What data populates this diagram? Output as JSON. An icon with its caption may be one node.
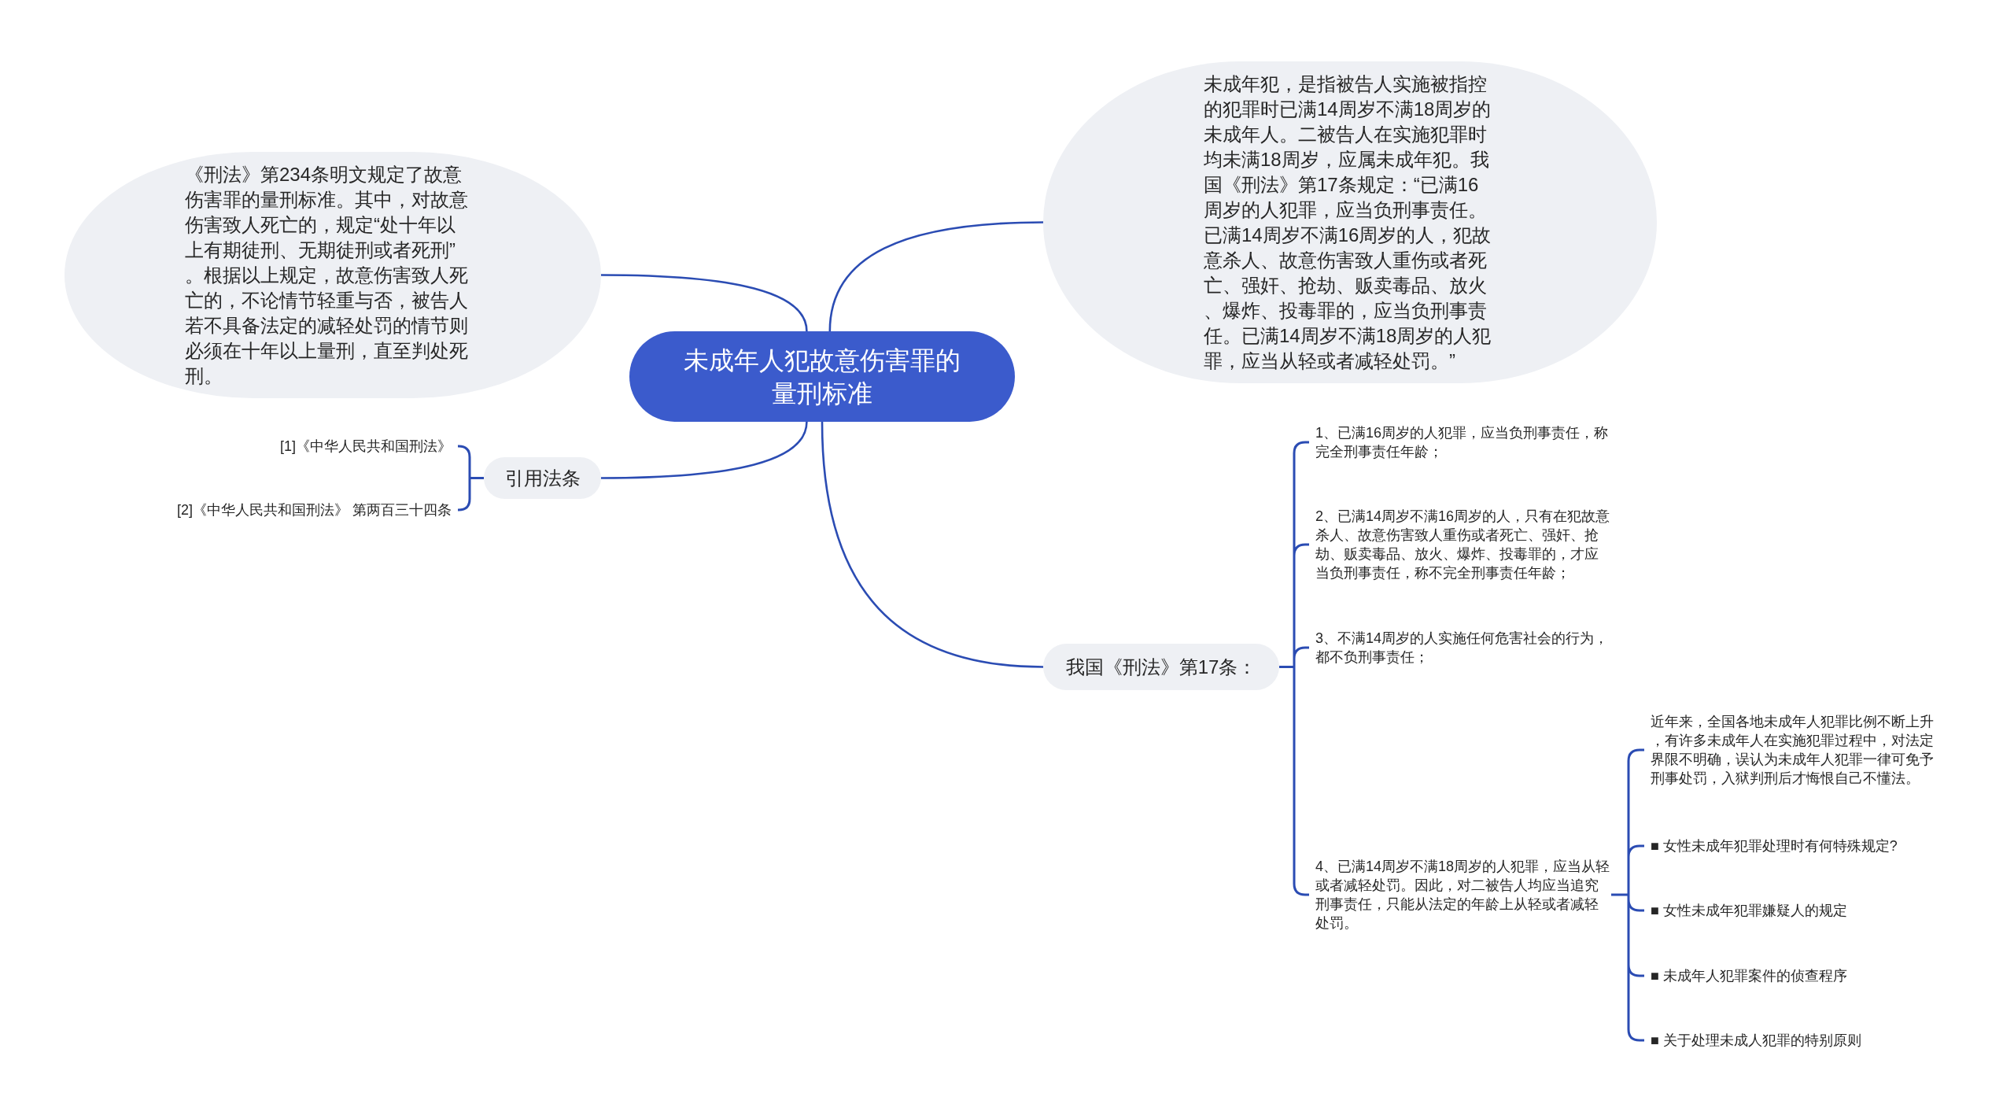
{
  "diagram": {
    "nodes": [
      {
        "text": [
          "未成年人犯故意伤害罪的量刑标准"
        ]
      },
      {
        "text": [
          "《刑法》第234条明文规定了故意伤害罪的量刑标准。其中，对故意伤害致人死亡的，规定“处十年以上有期徒刑、无期徒刑或者死刑”。根据以上规定，故意伤害致人死亡的，不论情节轻重与否，被告人若不具备法定的减轻处罚的情节则必须在十年以上量刑，直至判处死刑。"
        ]
      },
      {
        "text": [
          "未成年犯，是指被告人实施被指控的犯罪时已满14周岁不满18周岁的未成年人。二被告人在实施犯罪时均未满18周岁，应属未成年犯。我国《刑法》第17条规定：“已满16周岁的人犯罪，应当负刑事责任。已满14周岁不满16周岁的人，犯故意杀人、故意伤害致人重伤或者死亡、强奸、抢劫、贩卖毒品、放火、爆炸、投毒罪的，应当负刑事责任。已满14周岁不满18周岁的人犯罪，应当从轻或者减轻处罚。”"
        ]
      },
      {
        "text": [
          "引用法条"
        ]
      },
      {
        "text": [
          "[1]《中华人民共和国刑法》"
        ]
      },
      {
        "text": [
          "[2]《中华人民共和国刑法》 第两百三十四条"
        ]
      },
      {
        "text": [
          "我国《刑法》第17条："
        ]
      },
      {
        "text": [
          "1、已满16周岁的人犯罪，应当负刑事责任，称完全刑事责任年龄；"
        ]
      },
      {
        "text": [
          "2、已满14周岁不满16周岁的人，只有在犯故意杀人、故意伤害致人重伤或者死亡、强奸、抢劫、贩卖毒品、放火、爆炸、投毒罪的，才应当负刑事责任，称不完全刑事责任年龄；"
        ]
      },
      {
        "text": [
          "3、不满14周岁的人实施任何危害社会的行为，都不负刑事责任；"
        ]
      },
      {
        "text": [
          "4、已满14周岁不满18周岁的人犯罪，应当从轻或者减轻处罚。因此，对二被告人均应当追究刑事责任，只能从法定的年龄上从轻或者减轻处罚。"
        ]
      },
      {
        "text": [
          "近年来，全国各地未成年人犯罪比例不断上升，有许多未成年人在实施犯罪过程中，对法定界限不明确，误认为未成年人犯罪一律可免予刑事处罚，入狱判刑后才悔恨自己不懂法。"
        ]
      },
      {
        "text": [
          "■ 女性未成年犯罪处理时有何特殊规定?"
        ]
      },
      {
        "text": [
          "■ 女性未成年犯罪嫌疑人的规定"
        ]
      },
      {
        "text": [
          "■ 未成年人犯罪案件的侦查程序"
        ]
      },
      {
        "text": [
          "■ 关于处理未成人犯罪的特别原则"
        ]
      }
    ],
    "edges": [
      {
        "from": 0,
        "to": 1,
        "arrow": "none"
      },
      {
        "from": 0,
        "to": 2,
        "arrow": "none"
      },
      {
        "from": 0,
        "to": 3,
        "arrow": "none"
      },
      {
        "from": 0,
        "to": 6,
        "arrow": "none"
      },
      {
        "from": 3,
        "to": 4,
        "arrow": "none"
      },
      {
        "from": 3,
        "to": 5,
        "arrow": "none"
      },
      {
        "from": 6,
        "to": 7,
        "arrow": "none"
      },
      {
        "from": 6,
        "to": 8,
        "arrow": "none"
      },
      {
        "from": 6,
        "to": 9,
        "arrow": "none"
      },
      {
        "from": 6,
        "to": 10,
        "arrow": "none"
      },
      {
        "from": 10,
        "to": 11,
        "arrow": "none"
      },
      {
        "from": 10,
        "to": 12,
        "arrow": "none"
      },
      {
        "from": 10,
        "to": 13,
        "arrow": "none"
      },
      {
        "from": 10,
        "to": 14,
        "arrow": "none"
      },
      {
        "from": 10,
        "to": 15,
        "arrow": "none"
      }
    ]
  }
}
